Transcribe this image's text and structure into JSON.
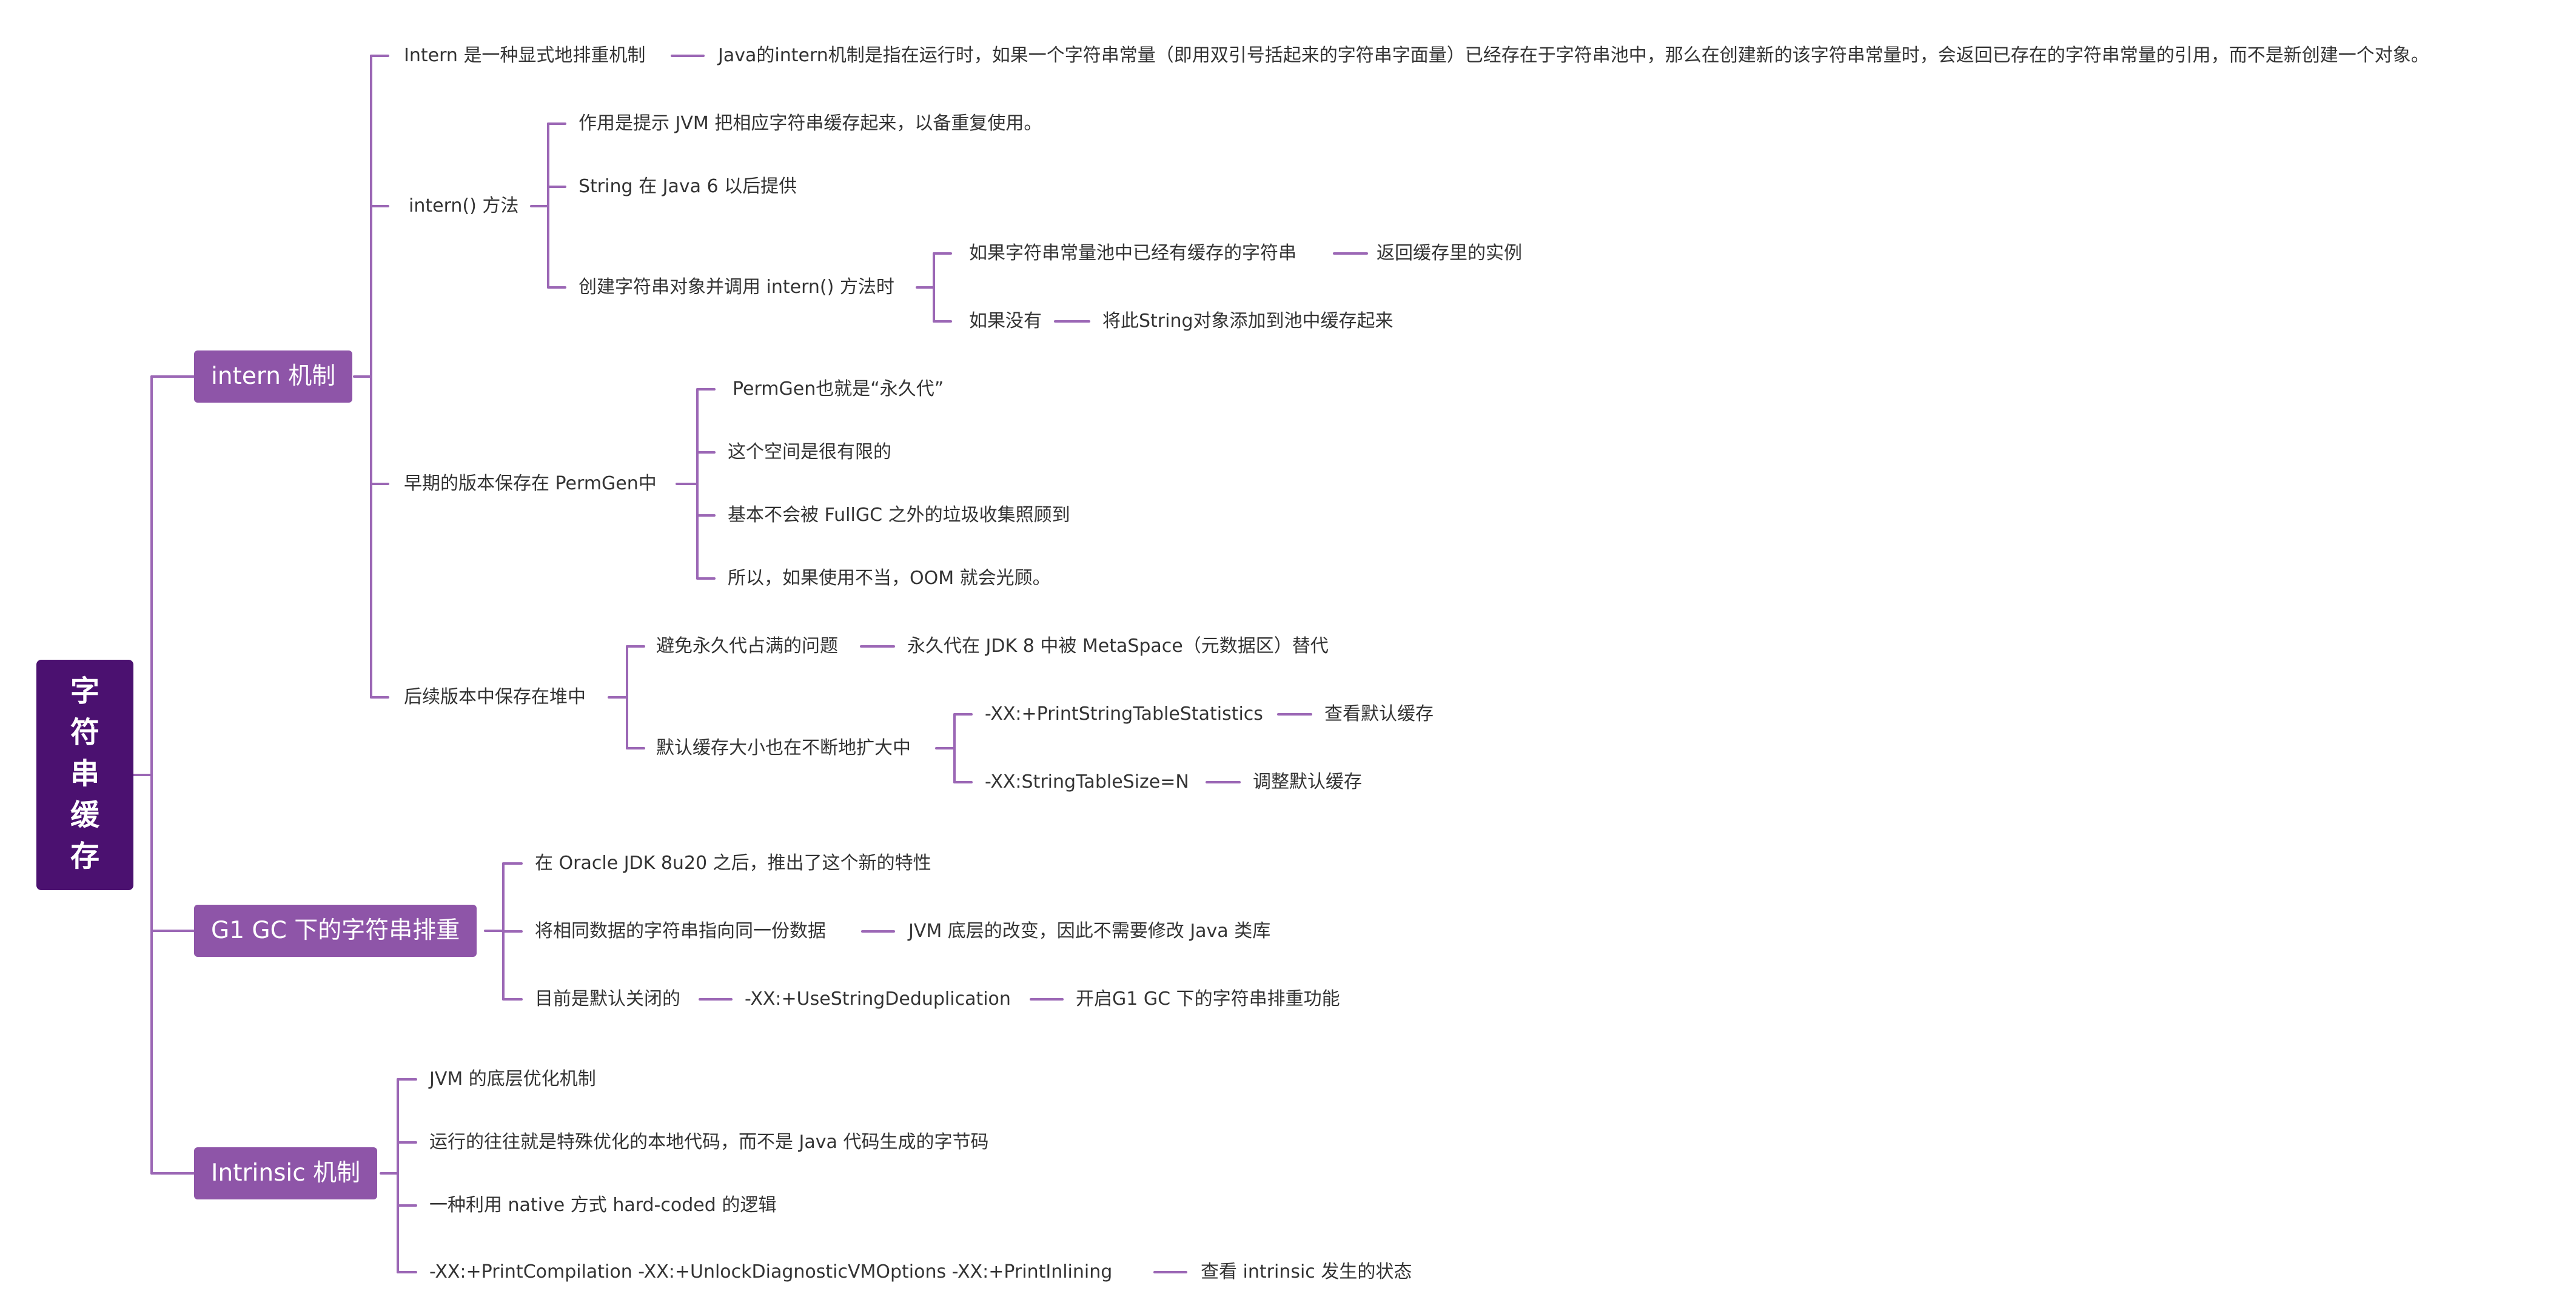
{
  "root": "字符串缓存",
  "branches": [
    {
      "label": "intern 机制",
      "children": [
        {
          "label": "Intern 是一种显式地排重机制",
          "next": "Java的intern机制是指在运行时，如果一个字符串常量（即用双引号括起来的字符串字面量）已经存在于字符串池中，那么在创建新的该字符串常量时，会返回已存在的字符串常量的引用，而不是新创建一个对象。"
        },
        {
          "label": "intern() 方法",
          "children": [
            {
              "label": "作用是提示 JVM 把相应字符串缓存起来，以备重复使用。"
            },
            {
              "label": "String 在 Java 6 以后提供"
            },
            {
              "label": "创建字符串对象并调用 intern() 方法时",
              "children": [
                {
                  "label": "如果字符串常量池中已经有缓存的字符串",
                  "next": "返回缓存里的实例"
                },
                {
                  "label": "如果没有",
                  "next": "将此String对象添加到池中缓存起来"
                }
              ]
            }
          ]
        },
        {
          "label": "早期的版本保存在 PermGen中",
          "children": [
            {
              "label": "PermGen也就是“永久代”"
            },
            {
              "label": "这个空间是很有限的"
            },
            {
              "label": "基本不会被 FullGC 之外的垃圾收集照顾到"
            },
            {
              "label": "所以，如果使用不当，OOM 就会光顾。"
            }
          ]
        },
        {
          "label": "后续版本中保存在堆中",
          "children": [
            {
              "label": "避免永久代占满的问题",
              "next": "永久代在 JDK 8 中被 MetaSpace（元数据区）替代"
            },
            {
              "label": "默认缓存大小也在不断地扩大中",
              "children": [
                {
                  "label": "-XX:+PrintStringTableStatistics",
                  "next": "查看默认缓存"
                },
                {
                  "label": "-XX:StringTableSize=N",
                  "next": "调整默认缓存"
                }
              ]
            }
          ]
        }
      ]
    },
    {
      "label": "G1 GC 下的字符串排重",
      "children": [
        {
          "label": "在 Oracle JDK 8u20 之后，推出了这个新的特性"
        },
        {
          "label": "将相同数据的字符串指向同一份数据",
          "next": "JVM 底层的改变，因此不需要修改 Java 类库"
        },
        {
          "label": "目前是默认关闭的",
          "next": "-XX:+UseStringDeduplication",
          "next2": "开启G1 GC 下的字符串排重功能"
        }
      ]
    },
    {
      "label": "Intrinsic 机制",
      "children": [
        {
          "label": "JVM 的底层优化机制"
        },
        {
          "label": "运行的往往就是特殊优化的本地代码，而不是 Java 代码生成的字节码"
        },
        {
          "label": "一种利用 native 方式 hard-coded 的逻辑"
        },
        {
          "label": "-XX:+PrintCompilation -XX:+UnlockDiagnosticVMOptions -XX:+PrintInlining",
          "next": "查看 intrinsic 发生的状态"
        }
      ]
    }
  ],
  "colors": {
    "root": "#4b1170",
    "branch": "#8e55a8",
    "line": "#9b67b5",
    "text": "#333333"
  }
}
